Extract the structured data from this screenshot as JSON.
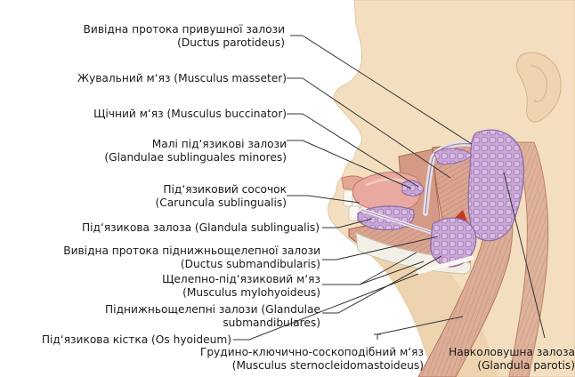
{
  "diagram": {
    "labels": [
      {
        "id": "parotid-duct",
        "line1": "Вивідна протока привушної залози",
        "line2": "(Ductus parotideus)"
      },
      {
        "id": "masseter",
        "line1": "Жувальний м‘яз (Musculus masseter)"
      },
      {
        "id": "buccinator",
        "line1": "Щічний м‘яз (Musculus buccinator)"
      },
      {
        "id": "minor-sublingual",
        "line1": "Малі під‘язикові залози",
        "line2": "(Glandulae sublinguales minores)"
      },
      {
        "id": "sublingual-caruncle",
        "line1": "Під‘язиковий сосочок",
        "line2": "(Caruncula sublingualis)"
      },
      {
        "id": "sublingual-gland",
        "line1": "Під‘язикова залоза (Glandula sublingualis)"
      },
      {
        "id": "submandibular-duct",
        "line1": "Вивідна протока піднижньощелепної залози",
        "line2": "(Ductus submandibularis)"
      },
      {
        "id": "mylohyoid",
        "line1": "Щелепно-під‘язиковий м‘яз",
        "line2": "(Musculus mylohyoideus)"
      },
      {
        "id": "submandibular-glands",
        "line1": "Піднижньощелепні залози (Glandulae",
        "line2": "submandibulares)"
      },
      {
        "id": "hyoid-bone",
        "line1": "Під‘язикова кістка (Os hyoideum)"
      },
      {
        "id": "sternocleidomastoid",
        "line1": "Грудино-ключично-соскоподібний м‘яз",
        "line2": "(Musculus sternocleidomastoideus)"
      },
      {
        "id": "parotid-gland",
        "line1": "Навколовушна залоза",
        "line2": "(Glandula parotis)"
      }
    ],
    "colors": {
      "skin": "#f3dfc0",
      "skin_shadow": "#e6c69e",
      "muscle": "#d9a591",
      "muscle_dark": "#b8654e",
      "gland": "#c9a6d6",
      "gland_dark": "#9f78b4",
      "tongue": "#e9a9a0",
      "bone": "#f1efe6",
      "leader": "#333333"
    }
  }
}
